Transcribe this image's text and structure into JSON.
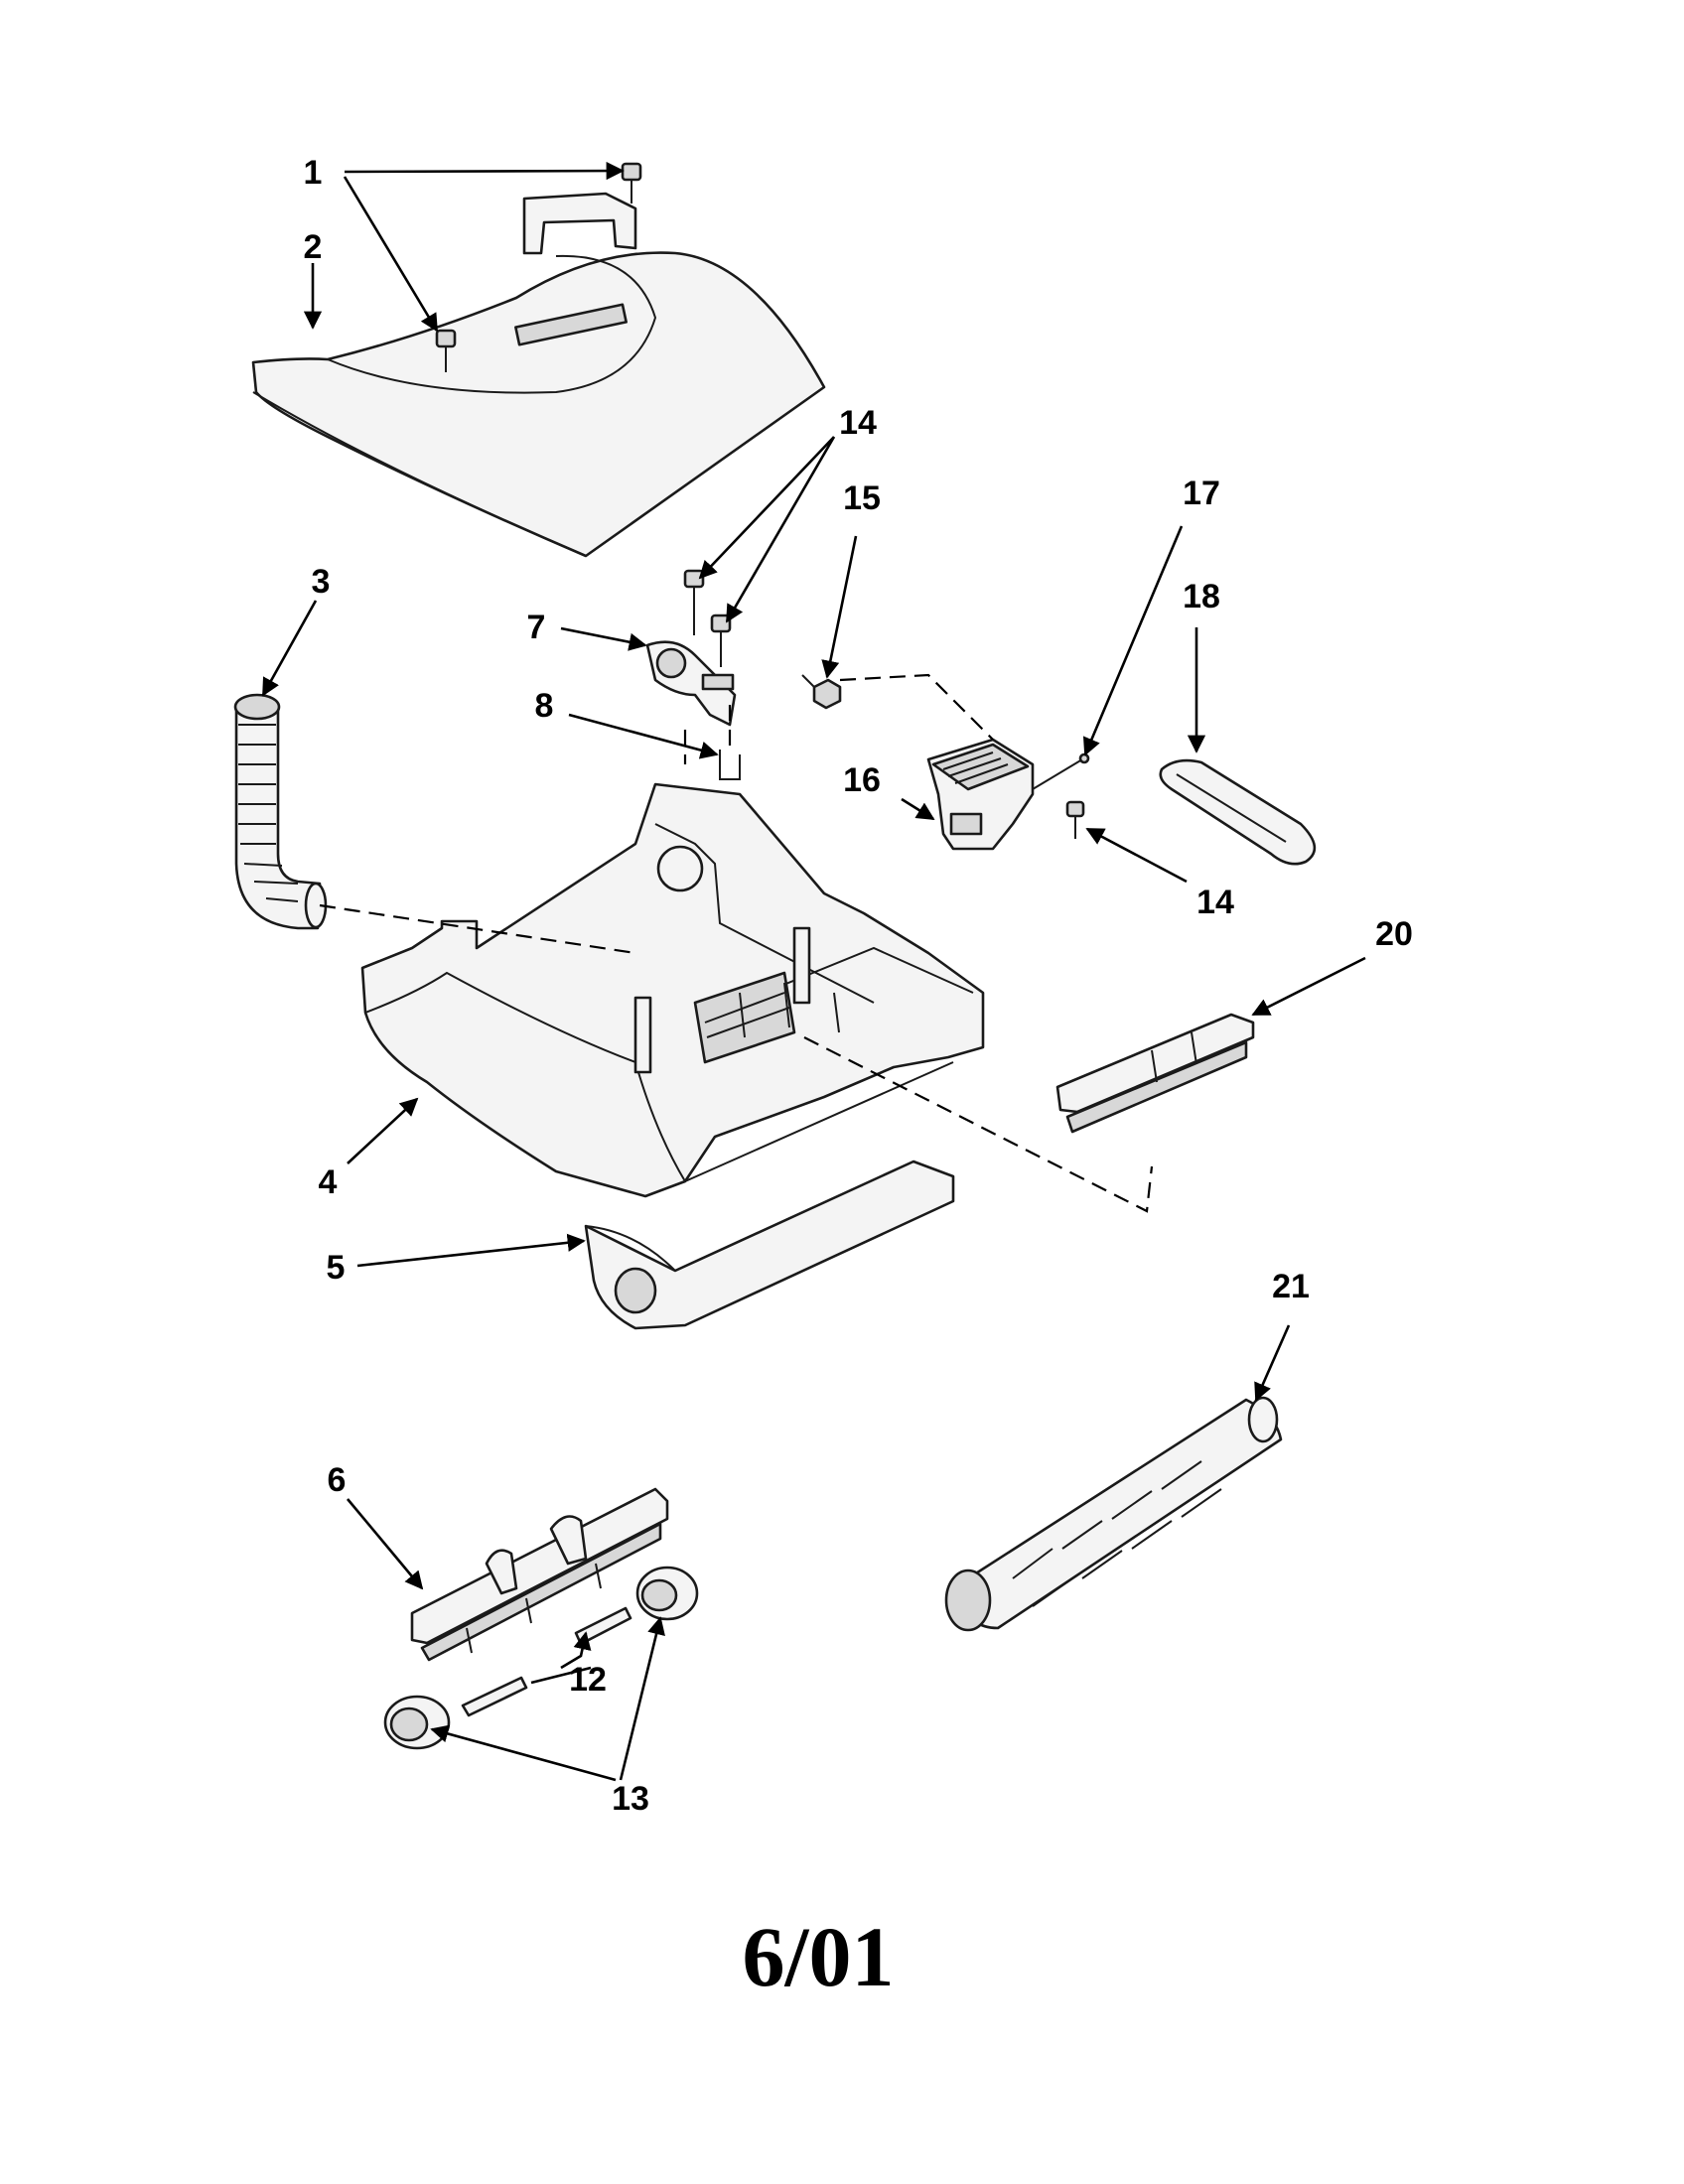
{
  "callouts": {
    "c1": "1",
    "c2": "2",
    "c3": "3",
    "c4": "4",
    "c5": "5",
    "c6": "6",
    "c7": "7",
    "c8": "8",
    "c12": "12",
    "c13": "13",
    "c14a": "14",
    "c14b": "14",
    "c15": "15",
    "c16": "16",
    "c17": "17",
    "c18": "18",
    "c20": "20",
    "c21": "21"
  },
  "footer": {
    "date": "6/01"
  }
}
